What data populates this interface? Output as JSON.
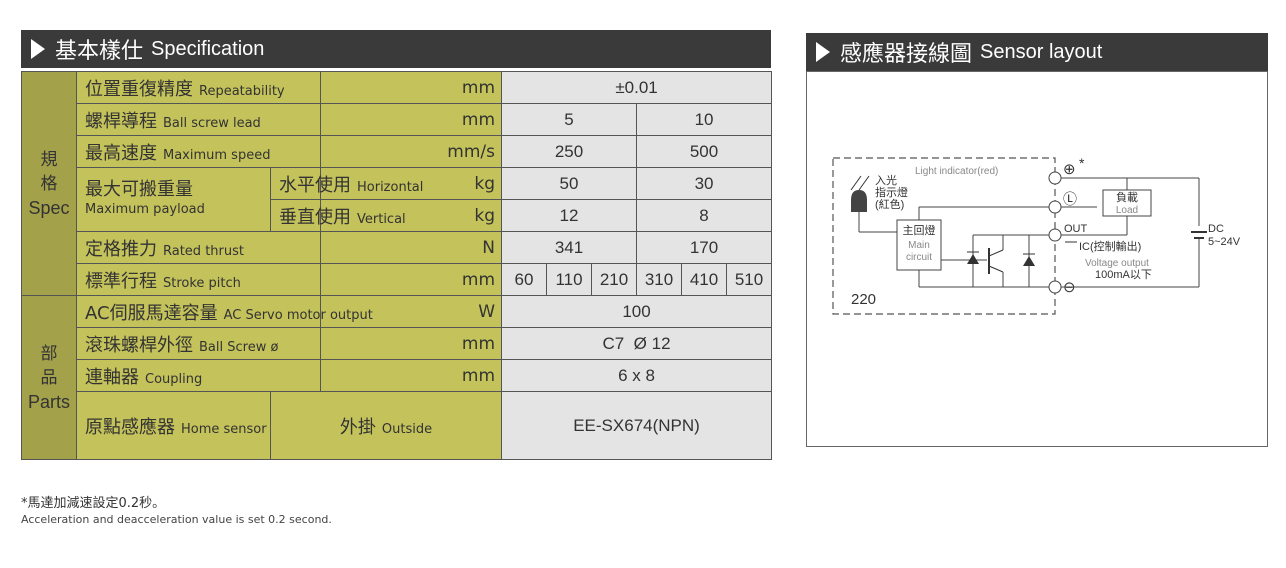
{
  "spec_header": {
    "zh": "基本樣仕",
    "en": "Specification"
  },
  "sensor_header": {
    "zh": "感應器接線圖",
    "en": "Sensor layout"
  },
  "categories": {
    "spec": {
      "zh1": "規",
      "zh2": "格",
      "en": "Spec"
    },
    "parts": {
      "zh1": "部",
      "zh2": "品",
      "en": "Parts"
    }
  },
  "rows": {
    "repeatability": {
      "zh": "位置重復精度",
      "en": "Repeatability",
      "unit": "mm",
      "value": "±0.01"
    },
    "lead": {
      "zh": "螺桿導程",
      "en": "Ball screw lead",
      "unit": "mm",
      "values": [
        "5",
        "10"
      ]
    },
    "speed": {
      "zh": "最高速度",
      "en": "Maximum speed",
      "unit": "mm/s",
      "values": [
        "250",
        "500"
      ]
    },
    "payload": {
      "zh": "最大可搬重量",
      "en": "Maximum payload",
      "horizontal": {
        "zh": "水平使用",
        "en": "Horizontal",
        "unit": "kg",
        "values": [
          "50",
          "30"
        ]
      },
      "vertical": {
        "zh": "垂直使用",
        "en": "Vertical",
        "unit": "kg",
        "values": [
          "12",
          "8"
        ]
      }
    },
    "thrust": {
      "zh": "定格推力",
      "en": "Rated thrust",
      "unit": "N",
      "values": [
        "341",
        "170"
      ]
    },
    "stroke": {
      "zh": "標準行程",
      "en": "Stroke pitch",
      "unit": "mm",
      "values": [
        "60",
        "110",
        "210",
        "310",
        "410",
        "510"
      ]
    },
    "motor": {
      "zh": "AC伺服馬達容量",
      "en": "AC Servo motor output",
      "unit": "W",
      "value": "100"
    },
    "ballscrew": {
      "zh": "滾珠螺桿外徑",
      "en": "Ball Screw ø",
      "unit": "mm",
      "value": "C7  Ø 12"
    },
    "coupling": {
      "zh": "連軸器",
      "en": "Coupling",
      "unit": "mm",
      "value": "6 x 8"
    },
    "home": {
      "zh": "原點感應器",
      "en": "Home sensor",
      "mount_zh": "外掛",
      "mount_en": "Outside",
      "value": "EE-SX674(NPN)"
    }
  },
  "diagram": {
    "light_indicator": "Light indicator(red)",
    "incident_light": "入光",
    "indicator_zh": "指示燈",
    "red_zh": "(紅色)",
    "main_zh": "主回燈",
    "main_en1": "Main",
    "main_en2": "circuit",
    "load_zh": "負載",
    "load_en": "Load",
    "out": "OUT",
    "ic": "IC(控制輸出)",
    "voltage_output": "Voltage output",
    "current": "100mA以下",
    "dc": "DC",
    "dc_range": "5~24V",
    "code": "220",
    "star": "*",
    "plus": "⊕",
    "l_sym": "Ⓛ",
    "minus": "⊖"
  },
  "notes": {
    "zh": "*馬達加減速設定0.2秒。",
    "en": "Acceleration and deacceleration value is set 0.2 second."
  }
}
